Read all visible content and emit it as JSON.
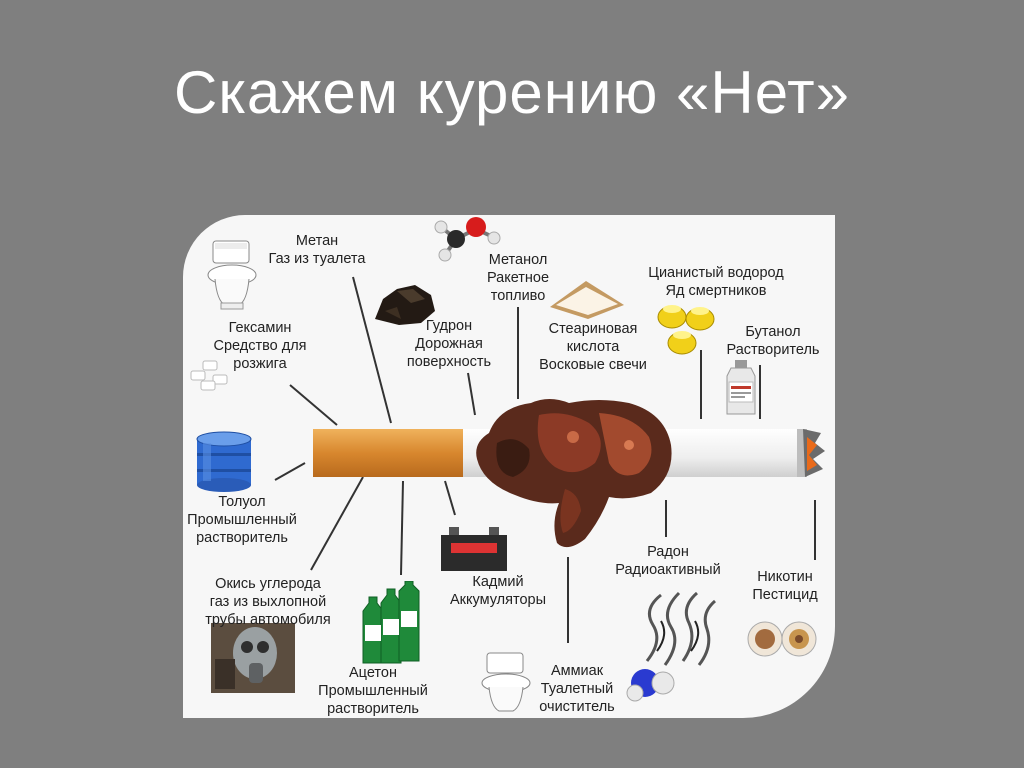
{
  "slide": {
    "title": "Скажем курению «Нет»"
  },
  "infographic": {
    "labels": {
      "methane": [
        "Метан",
        "Газ из туалета"
      ],
      "hexamine": [
        "Гексамин",
        "Средство для",
        "розжига"
      ],
      "tar": [
        "Гудрон",
        "Дорожная",
        "поверхность"
      ],
      "methanol": [
        "Метанол",
        "Ракетное",
        "топливо"
      ],
      "stearic": [
        "Стеариновая",
        "кислота",
        "Восковые свечи"
      ],
      "hcn": [
        "Цианистый водород",
        "Яд смертников"
      ],
      "butanol": [
        "Бутанол",
        "Растворитель"
      ],
      "toluene": [
        "Толуол",
        "Промышленный",
        "растворитель"
      ],
      "co": [
        "Окись углерода",
        "газ из выхлопной",
        "трубы автомобиля"
      ],
      "acetone": [
        "Ацетон",
        "Промышленный",
        "растворитель"
      ],
      "cadmium": [
        "Кадмий",
        "Аккумуляторы"
      ],
      "ammonia": [
        "Аммиак",
        "Туалетный",
        "очиститель"
      ],
      "radon": [
        "Радон",
        "Радиоактивный"
      ],
      "nicotine": [
        "Никотин",
        "Пестицид"
      ]
    },
    "icons": {
      "toilet": "toilet-icon",
      "molecule": "molecule-icon",
      "tar": "tar-lump-icon",
      "powder": "powder-pile-icon",
      "canisters": "canisters-icon",
      "bottle": "bottle-icon",
      "tablets": "tablets-icon",
      "barrel": "barrel-icon",
      "gas_mask": "gas-mask-icon",
      "acetone_bottles": "green-bottles-icon",
      "battery": "battery-icon",
      "smoke": "smoke-icon",
      "cigarettes": "cigarette-ends-icon",
      "cigarette": "cigarette-icon",
      "lung": "tarred-lung-icon"
    },
    "colors": {
      "background": "#7f7f7f",
      "panel": "#f7f7f7",
      "filter": "#d8872e",
      "lung": "#5a2a1c"
    }
  }
}
